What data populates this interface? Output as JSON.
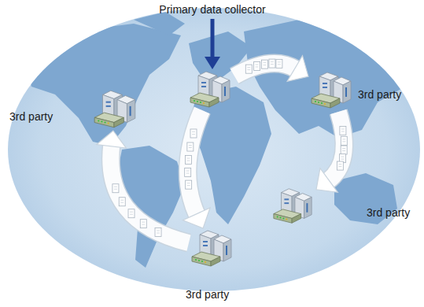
{
  "diagram": {
    "nodes": [
      {
        "text": [
          "Primary data collector"
        ]
      },
      {
        "text": [
          "3rd party"
        ]
      },
      {
        "text": [
          "3rd party"
        ]
      },
      {
        "text": [
          "3rd party"
        ]
      },
      {
        "text": [
          "3rd party"
        ]
      }
    ],
    "edges": [
      {
        "from": 0,
        "to": 2,
        "arrow": "to"
      },
      {
        "from": 2,
        "to": 3,
        "arrow": "to"
      },
      {
        "from": 0,
        "to": 4,
        "arrow": "to"
      },
      {
        "from": 4,
        "to": 1,
        "arrow": "to"
      }
    ]
  }
}
